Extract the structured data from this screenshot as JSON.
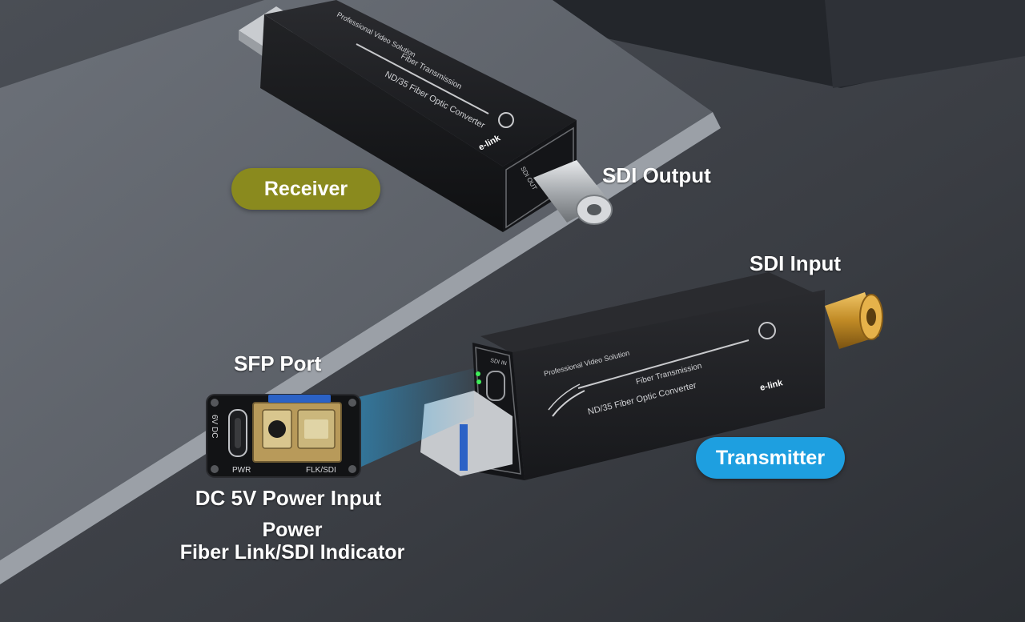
{
  "labels": {
    "receiver": "Receiver",
    "transmitter": "Transmitter",
    "sdi_output": "SDI Output",
    "sdi_input": "SDI Input",
    "sfp_port": "SFP Port",
    "dc_power": "DC 5V Power Input",
    "power": "Power",
    "fiber_link": "Fiber Link/SDI Indicator"
  },
  "device_print": {
    "brand": "e-link",
    "product": "ND/35 Fiber Optic Converter",
    "fiber": "Fiber Transmission",
    "solution": "Professional Video Solution",
    "port_in": "SDI IN",
    "port_out": "SDI OUT",
    "panel_voltage": "6V DC",
    "panel_pwr": "PWR",
    "panel_flk": "FLK/SDI"
  },
  "colors": {
    "receiver_pill": "#8a8a1e",
    "transmitter_pill": "#1e9fe0",
    "device_body": "#1c1d20",
    "gold_connector": "#c9962e",
    "silver_connector": "#b9bcc0",
    "led": "#3ef05a"
  },
  "icons": {
    "brand_logo": "gear-logo-icon",
    "usb_c_port": "usb-c-port-icon",
    "fiber_swoosh": "fiber-swoosh-icon"
  }
}
